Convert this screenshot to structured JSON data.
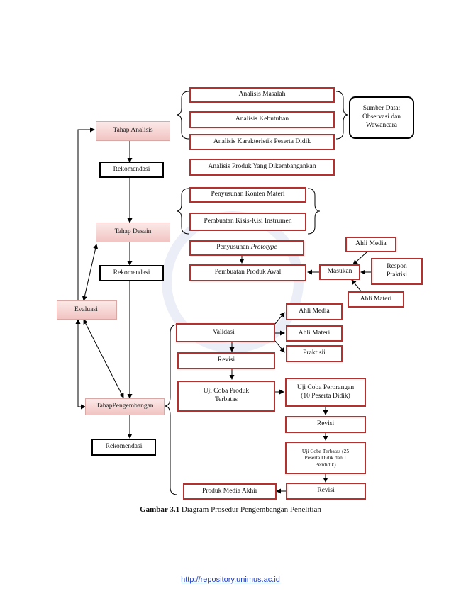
{
  "nodes": {
    "analisis_masalah": "Analisis Masalah",
    "analisis_kebutuhan": "Analisis Kebutuhan",
    "analisis_karakteristik": "Analisis Karakteristik Peserta Didik",
    "analisis_produk": "Analisis Produk Yang Dikembangankan",
    "sumber_data": "Sumber Data: Observasi dan Wawancara",
    "tahap_analisis": "Tahap Analisis",
    "rekomendasi_1": "Rekomendasi",
    "penyusunan_konten": "Penyusunan Konten Materi",
    "pembuatan_kisi": "Pembuatan Kisis-Kisi Instrumen",
    "penyusunan_prototype_prefix": "Penyusunan ",
    "penyusunan_prototype_italic": "Prototype",
    "tahap_desain": "Tahap Desain",
    "rekomendasi_2": "Rekomendasi",
    "pembuatan_produk_awal": "Pembuatan Produk Awal",
    "ahli_media_top": "Ahli Media",
    "masukan": "Masukan",
    "respon_praktisi": "Respon Praktisi",
    "ahli_materi_top": "Ahli Materi",
    "evaluasi": "Evaluasi",
    "validasi": "Validasi",
    "ahli_media": "Ahli Media",
    "ahli_materi": "Ahli Materi",
    "praktisi": "Praktisii",
    "revisi_1": "Revisi",
    "uji_coba_terbatas": "Uji Coba Produk Terbatas",
    "uji_coba_perorangan": "Uji Coba Perorangan (10 Peserta Didik)",
    "tahap_pengembangan": "TahapPengembangan",
    "revisi_2": "Revisi",
    "rekomendasi_3": "Rekomendasi",
    "uji_coba_terbatas_25": "Uji Coba Terbatas (25 Peserta Didik dan 1 Pendidik)",
    "produk_media_akhir": "Produk Media Akhir",
    "revisi_3": "Revisi"
  },
  "caption": {
    "label": "Gambar 3.1",
    "text": " Diagram Prosedur Pengembangan Penelitian"
  },
  "footer": {
    "url": "http://repository.unimus.ac.id"
  }
}
